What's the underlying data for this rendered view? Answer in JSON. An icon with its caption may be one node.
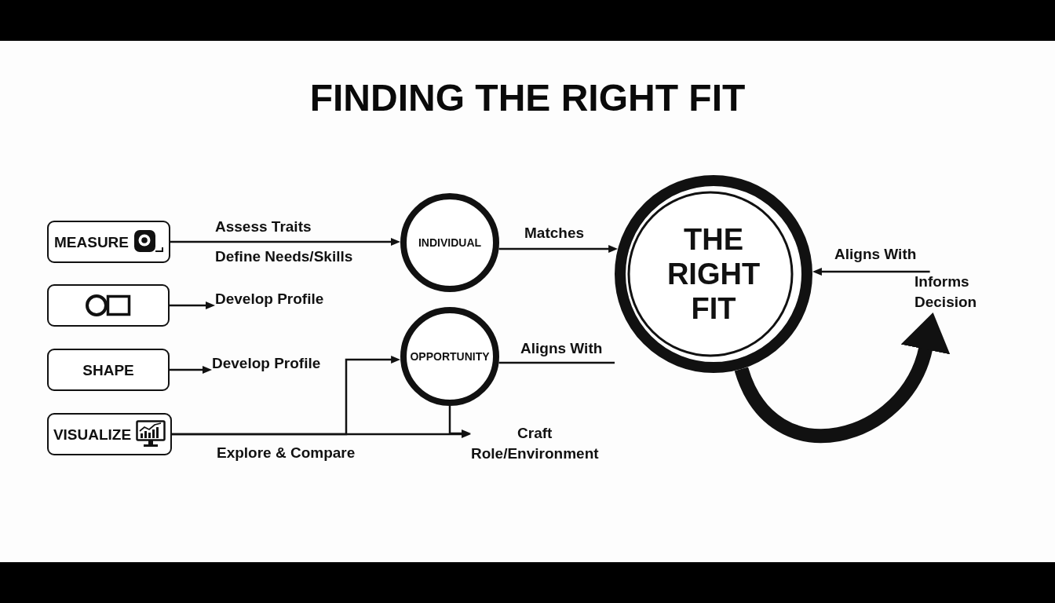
{
  "diagram": {
    "title": "FINDING THE RIGHT FIT",
    "nodes": [
      {
        "text": [
          "MEASURE"
        ]
      },
      {
        "text": [],
        "shape": "box"
      },
      {
        "text": [
          "SHAPE"
        ]
      },
      {
        "text": [
          "VISUALIZE"
        ]
      },
      {
        "text": [
          "Develop Profile"
        ]
      },
      {
        "text": [
          "Develop Profile"
        ]
      },
      {
        "text": [
          "INDIVIDUAL"
        ]
      },
      {
        "text": [
          "OPPORTUNITY"
        ]
      },
      {
        "text": [
          "Craft Role/Environment"
        ]
      },
      {
        "text": [
          "THE RIGHT FIT"
        ]
      },
      {
        "text": [
          "Informs Decision"
        ]
      }
    ],
    "edges": [
      {
        "from": 0,
        "to": 6,
        "arrow": "to",
        "label": "Assess Traits"
      },
      {
        "from": 1,
        "to": 4,
        "arrow": "to"
      },
      {
        "from": 2,
        "to": 5,
        "arrow": "to"
      },
      {
        "from": 3,
        "to": 7,
        "arrow": "to"
      },
      {
        "from": 3,
        "to": 8,
        "arrow": "to",
        "label": "Explore & Compare"
      },
      {
        "from": 7,
        "to": 8,
        "arrow": "to"
      },
      {
        "from": 6,
        "to": 9,
        "arrow": "to",
        "label": "Matches"
      },
      {
        "from": 7,
        "to": 9,
        "arrow": "none",
        "label": "Aligns With"
      },
      {
        "from": 10,
        "to": 9,
        "arrow": "to",
        "label": "Aligns With"
      },
      {
        "from": 9,
        "to": 10,
        "arrow": "to",
        "style": "thick"
      }
    ],
    "labels": [
      "Define Needs/Skills"
    ]
  }
}
